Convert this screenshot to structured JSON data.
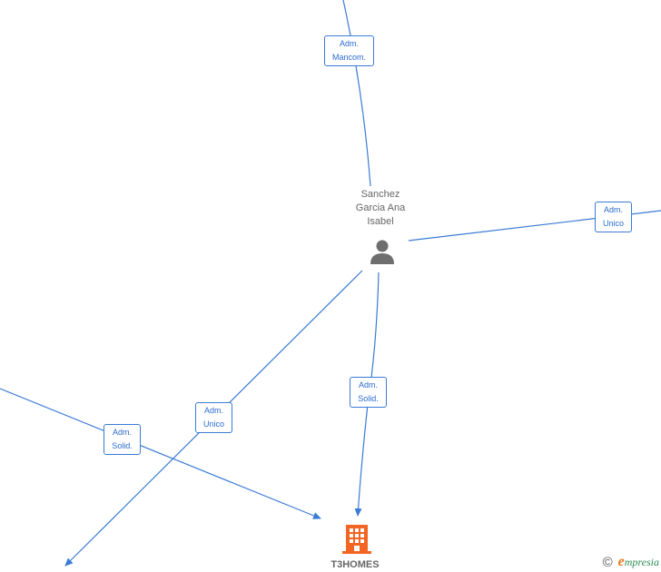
{
  "nodes": {
    "person": {
      "name_line1": "Sanchez",
      "name_line2": "Garcia Ana",
      "name_line3": "Isabel",
      "icon": "person-icon"
    },
    "company": {
      "name": "T3HOMES",
      "icon": "building-icon"
    }
  },
  "edges": [
    {
      "line1": "Adm.",
      "line2": "Mancom."
    },
    {
      "line1": "Adm.",
      "line2": "Unico"
    },
    {
      "line1": "Adm.",
      "line2": "Solid."
    },
    {
      "line1": "Adm.",
      "line2": "Unico"
    },
    {
      "line1": "Adm.",
      "line2": "Solid."
    }
  ],
  "watermark": {
    "copyright": "©",
    "brand_initial": "e",
    "brand_rest": "mpresia"
  },
  "colors": {
    "edge": "#3a7bd5",
    "company_icon": "#f26522",
    "person_icon": "#6e6e6e"
  }
}
